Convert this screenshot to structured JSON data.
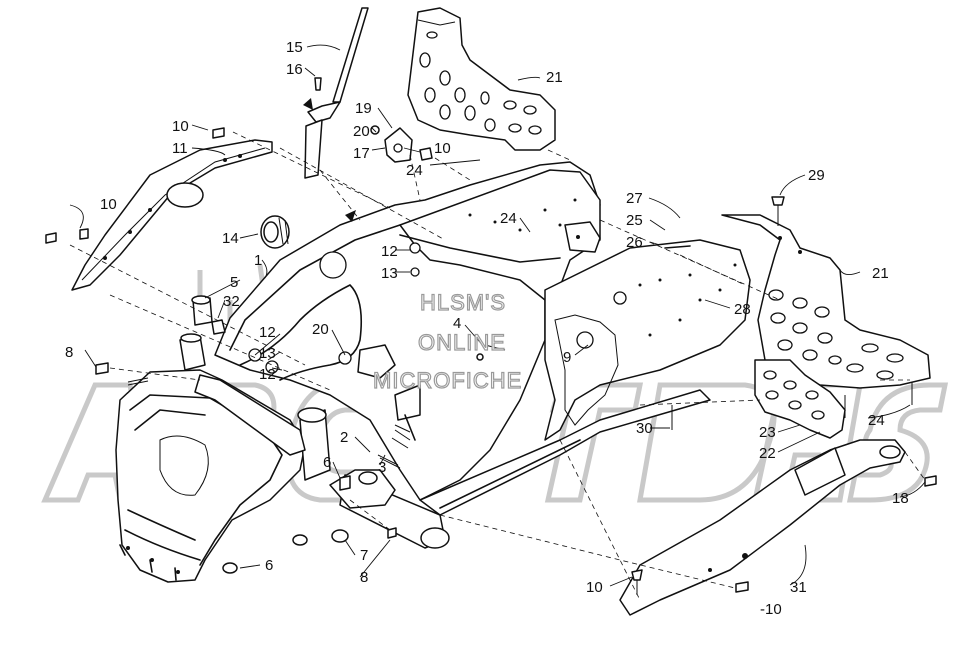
{
  "watermark": {
    "lines": [
      "HLSM'S",
      "ONLINE",
      "MICROFICHE"
    ],
    "logo_text": "ARCTIC CAT"
  },
  "callouts": [
    {
      "id": "c15",
      "text": "15"
    },
    {
      "id": "c16",
      "text": "16"
    },
    {
      "id": "c21a",
      "text": "21"
    },
    {
      "id": "c19",
      "text": "19"
    },
    {
      "id": "c20a",
      "text": "20"
    },
    {
      "id": "c17",
      "text": "17"
    },
    {
      "id": "c10a",
      "text": "10"
    },
    {
      "id": "c24a",
      "text": "24"
    },
    {
      "id": "c10b",
      "text": "10"
    },
    {
      "id": "c11",
      "text": "11"
    },
    {
      "id": "c10c",
      "text": "10"
    },
    {
      "id": "c14",
      "text": "14"
    },
    {
      "id": "c1",
      "text": "1"
    },
    {
      "id": "c5",
      "text": "5"
    },
    {
      "id": "c32",
      "text": "32"
    },
    {
      "id": "c24b",
      "text": "24"
    },
    {
      "id": "c27",
      "text": "27"
    },
    {
      "id": "c25",
      "text": "25"
    },
    {
      "id": "c26",
      "text": "26"
    },
    {
      "id": "c29",
      "text": "29"
    },
    {
      "id": "c21b",
      "text": "21"
    },
    {
      "id": "c12a",
      "text": "12"
    },
    {
      "id": "c13a",
      "text": "13"
    },
    {
      "id": "c28",
      "text": "28"
    },
    {
      "id": "c4",
      "text": "4"
    },
    {
      "id": "c8a",
      "text": "8"
    },
    {
      "id": "c12b",
      "text": "12"
    },
    {
      "id": "c13b",
      "text": "13"
    },
    {
      "id": "c12c",
      "text": "12"
    },
    {
      "id": "c20b",
      "text": "20"
    },
    {
      "id": "c9",
      "text": "9"
    },
    {
      "id": "c24c",
      "text": "24"
    },
    {
      "id": "c2",
      "text": "2"
    },
    {
      "id": "c30",
      "text": "30"
    },
    {
      "id": "c23",
      "text": "23"
    },
    {
      "id": "c22",
      "text": "22"
    },
    {
      "id": "c6a",
      "text": "6"
    },
    {
      "id": "c3",
      "text": "3"
    },
    {
      "id": "c18",
      "text": "18"
    },
    {
      "id": "c7",
      "text": "7"
    },
    {
      "id": "c8b",
      "text": "8"
    },
    {
      "id": "c6b",
      "text": "6"
    },
    {
      "id": "c10d",
      "text": "10"
    },
    {
      "id": "c31",
      "text": "31"
    },
    {
      "id": "c10e",
      "text": "-10"
    }
  ]
}
